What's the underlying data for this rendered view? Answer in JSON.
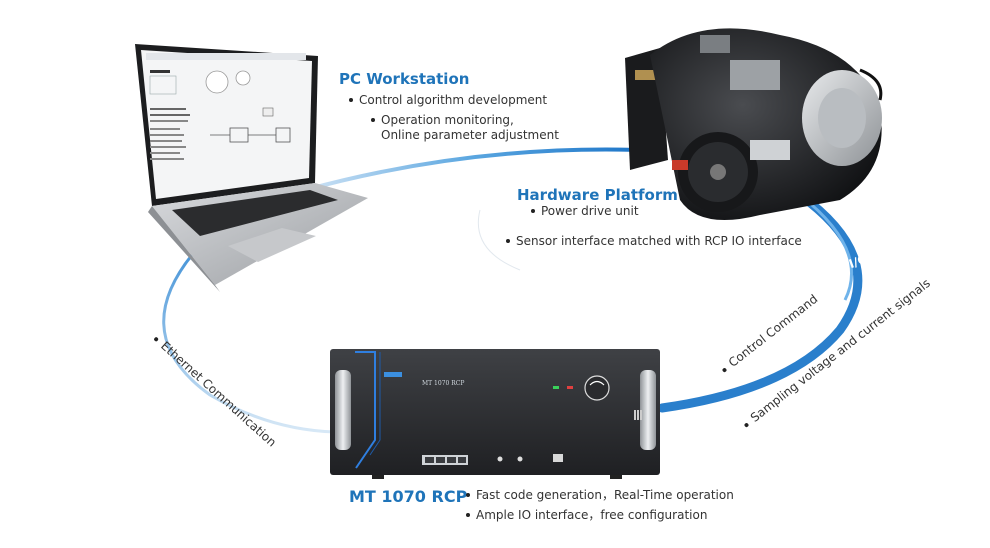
{
  "pc_workstation": {
    "title": "PC Workstation",
    "bullet1": "Control algorithm development",
    "bullet2_line1": "Operation monitoring,",
    "bullet2_line2": "Online parameter adjustment"
  },
  "hardware_platform": {
    "title": "Hardware Platform",
    "bullet1": "Power drive unit",
    "bullet2": "Sensor interface matched with RCP IO interface"
  },
  "rcp": {
    "title": "MT 1070 RCP",
    "bullet1": "Fast code generation，Real-Time operation",
    "bullet2": "Ample IO interface，free configuration",
    "panel_label": "MT 1070 RCP"
  },
  "links": {
    "ethernet": "Ethernet Communication",
    "io": "I/O",
    "control_command": "Control Command",
    "sampling": "Sampling voltage and current signals"
  },
  "colors": {
    "accent": "#1f74b9",
    "arc": "#2f86cf"
  }
}
